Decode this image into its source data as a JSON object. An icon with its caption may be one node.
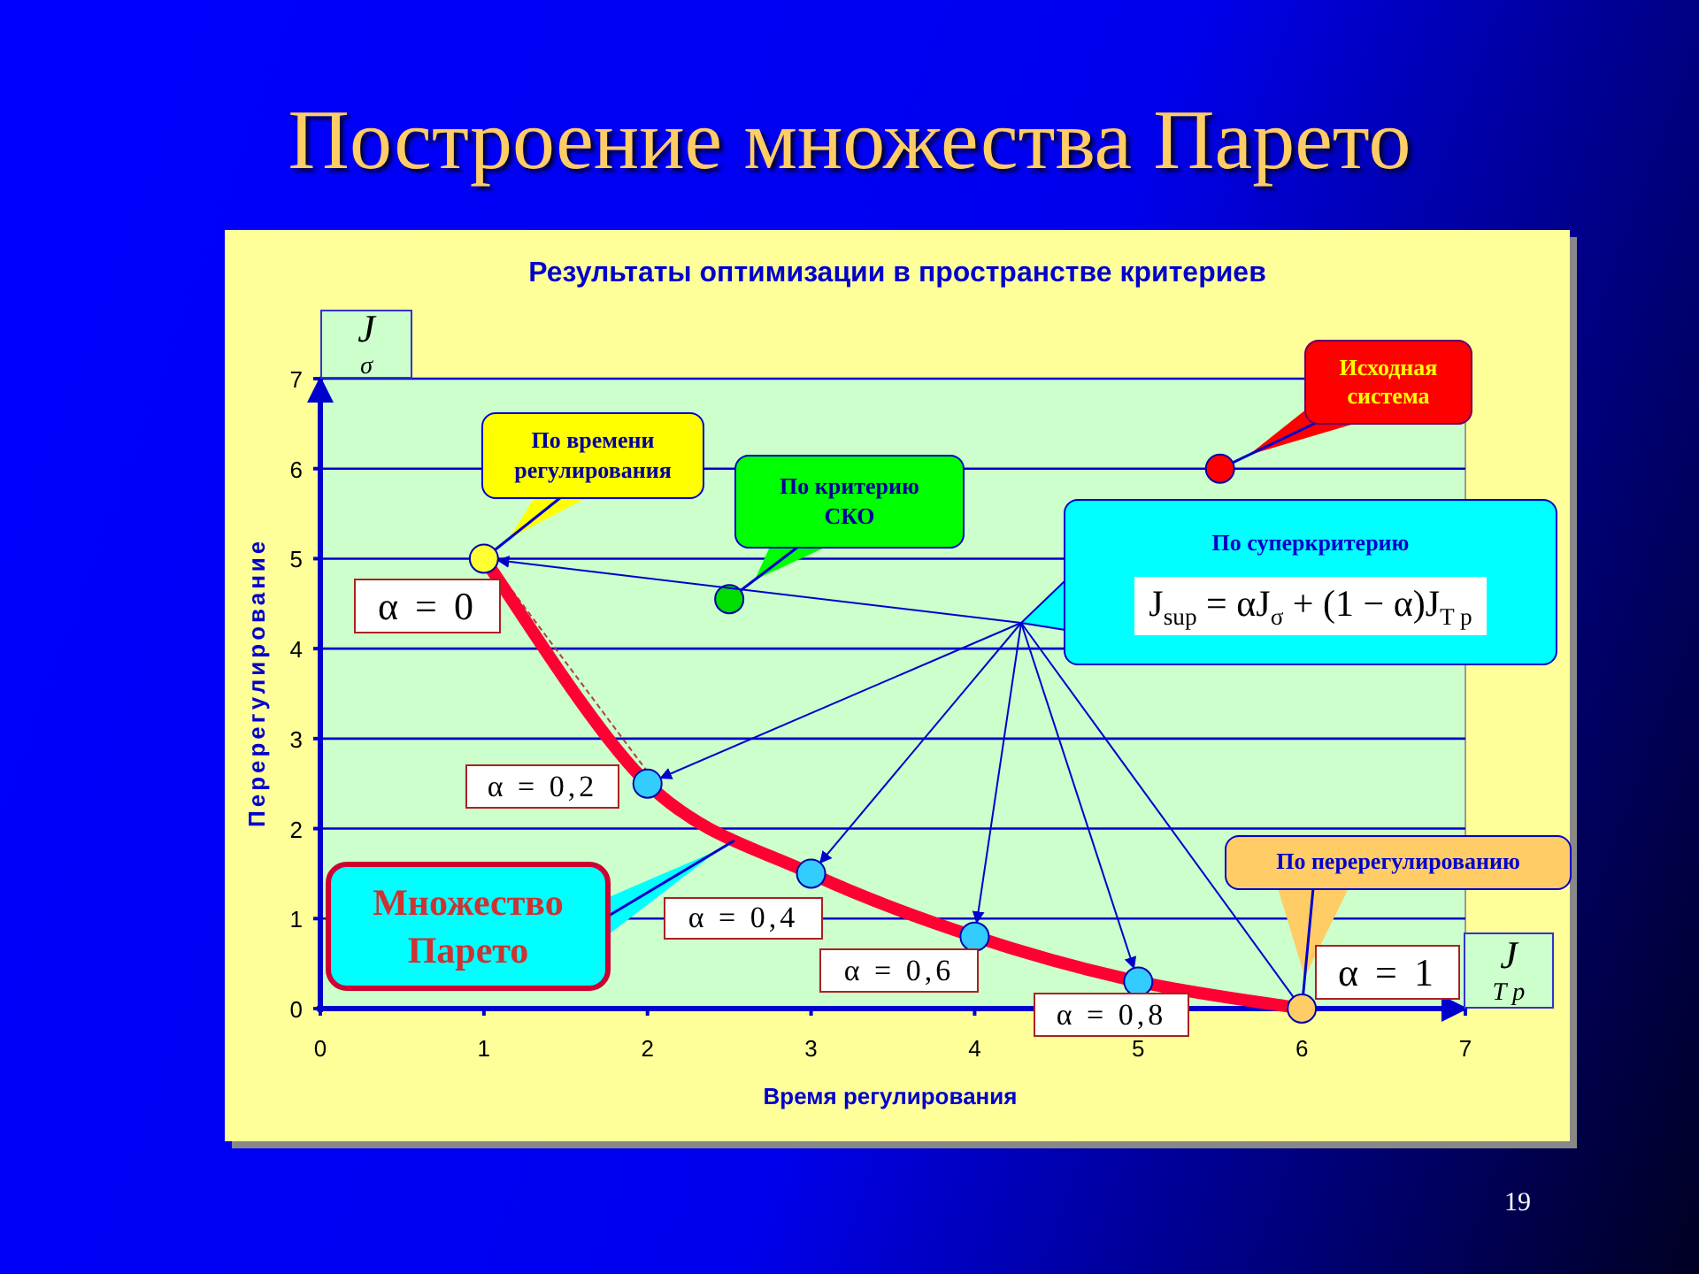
{
  "diagram": {
    "title": "Построение множества Парето",
    "nodes": [
      {
        "text": [
          "J$_{σ}$"
        ]
      },
      {
        "text": [
          "По времени регулирования"
        ]
      },
      {
        "text": [
          "По критерию СКО"
        ]
      },
      {
        "text": [
          "Исходная система"
        ]
      },
      {
        "text": [
          "По суперкритерию",
          "J$_{sup}$ = αJ$_{σ}$ + (1 − α)J$_{T p}$"
        ]
      },
      {
        "text": [
          "α = 0"
        ]
      },
      {
        "text": [
          "α = 0,2"
        ]
      },
      {
        "text": [
          "Множество Парето"
        ]
      },
      {
        "text": [
          "α = 0,4"
        ]
      },
      {
        "text": [
          "α = 0,6"
        ]
      },
      {
        "text": [
          "По перерегулированию"
        ]
      },
      {
        "text": [
          "α = 0,8"
        ]
      },
      {
        "text": [
          "α = 1"
        ]
      },
      {
        "text": [
          "J$_{T p}$"
        ]
      },
      {
        "text": [],
        "shape": "circle"
      },
      {
        "text": [],
        "shape": "circle"
      },
      {
        "text": [],
        "shape": "circle"
      },
      {
        "text": [],
        "shape": "circle"
      },
      {
        "text": [],
        "shape": "circle"
      },
      {
        "text": [],
        "shape": "circle"
      },
      {
        "text": [],
        "shape": "circle"
      },
      {
        "text": [],
        "shape": "circle"
      }
    ],
    "edges": [
      {
        "from": 1,
        "to": 14,
        "arrow": "none"
      },
      {
        "from": 2,
        "to": 15,
        "arrow": "none"
      },
      {
        "from": 3,
        "to": 16,
        "arrow": "none"
      },
      {
        "from": 4,
        "to": 14,
        "arrow": "to"
      },
      {
        "from": 4,
        "to": 17,
        "arrow": "to"
      },
      {
        "from": 4,
        "to": 18,
        "arrow": "to"
      },
      {
        "from": 4,
        "to": 19,
        "arrow": "to"
      },
      {
        "from": 4,
        "to": 20,
        "arrow": "to"
      },
      {
        "from": 4,
        "to": 21,
        "arrow": "none"
      },
      {
        "from": 10,
        "to": 21,
        "arrow": "none"
      },
      {
        "from": 7,
        "to": null,
        "arrow": "none"
      }
    ],
    "labels": [
      "19"
    ],
    "chart_data": {
      "type": "scatter",
      "title": "Результаты оптимизации в пространстве критериев",
      "xlabel": "Время регулирования",
      "ylabel": "Перерегулирование",
      "x": [
        1,
        2.5,
        5.5,
        2,
        3,
        4,
        5,
        6
      ],
      "values": [
        5,
        4.55,
        6,
        2.5,
        1.5,
        0.8,
        0.3,
        0
      ],
      "xlim": [
        0,
        7
      ],
      "ylim": [
        0,
        7
      ],
      "xticks": [
        0,
        1,
        2,
        3,
        4,
        5,
        6,
        7
      ],
      "yticks": [
        0,
        1,
        2,
        3,
        4,
        5,
        6,
        7
      ],
      "grid": true
    }
  }
}
